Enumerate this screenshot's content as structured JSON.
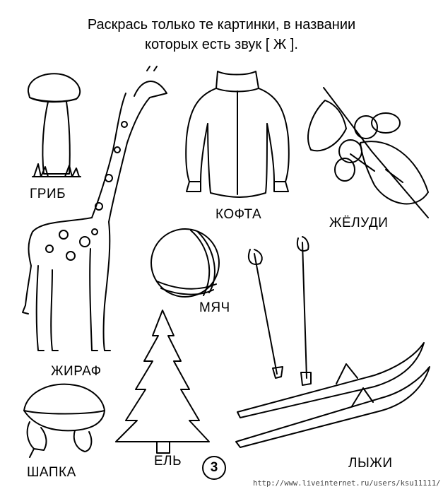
{
  "instructions": {
    "line1": "Раскрась только те картинки, в названии",
    "line2": "которых есть звук [ Ж ]."
  },
  "items": {
    "mushroom": {
      "label": "ГРИБ",
      "icon": "mushroom-icon"
    },
    "giraffe": {
      "label": "ЖИРАФ",
      "icon": "giraffe-icon"
    },
    "jacket": {
      "label": "КОФТА",
      "icon": "jacket-icon"
    },
    "acorns": {
      "label": "ЖЁЛУДИ",
      "icon": "acorns-icon"
    },
    "ball": {
      "label": "МЯЧ",
      "icon": "ball-icon"
    },
    "spruce": {
      "label": "ЕЛЬ",
      "icon": "spruce-icon"
    },
    "skis": {
      "label": "ЛЫЖИ",
      "icon": "skis-icon"
    },
    "hat": {
      "label": "ШАПКА",
      "icon": "hat-icon"
    }
  },
  "page_number": "3",
  "watermark": "http://www.liveinternet.ru/users/ksu11111/"
}
